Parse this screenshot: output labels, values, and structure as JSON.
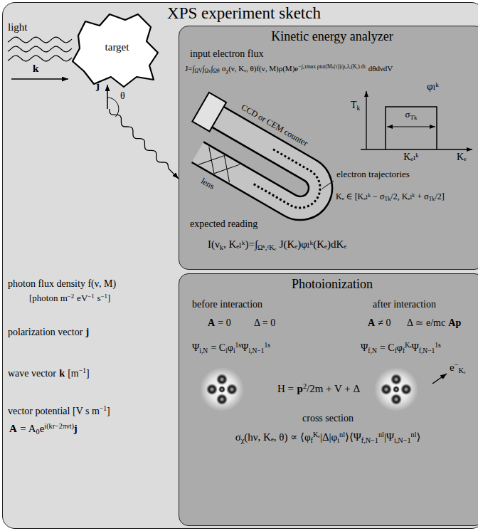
{
  "diagram": {
    "nodes": [
      {
        "text": [
          "XPS experiment sketch"
        ]
      },
      {
        "text": [
          "target"
        ],
        "in": 0
      },
      {
        "text": [
          "Kinetic energy analyzer"
        ],
        "in": 0
      },
      {
        "text": [
          "Photoionization"
        ],
        "in": 0
      }
    ],
    "edges": [
      {
        "from": 1,
        "to": 2,
        "arrow": "to"
      }
    ],
    "labels": [
      "light",
      "k",
      "j",
      "θ",
      "photon flux density f(ν, M)",
      "[photon m",
      "−2",
      "eV",
      "−1",
      "s",
      "−1",
      "]",
      "polarization vector",
      "j",
      "wave vector",
      "k",
      "[m",
      "−1",
      "]",
      "vector potential [V s m",
      "−1",
      "]",
      "A",
      "= A",
      "0",
      "e",
      "i(kr−2πνt)",
      "j",
      "input electron flux",
      "J=∫",
      "ΩV",
      "∫",
      "Ων",
      "∫",
      "Ωθ",
      "σ",
      "χ",
      "(ν, Kₑ, θ)f(ν, M)ρ(M)e",
      "−∫₀τmax ρtot(Mₛ(τ))/ρ₀λₑ(Kₑ) dτ",
      "dθdνdV",
      "CCD or CEM counter",
      "lens",
      "φₗᵏ",
      "T",
      "k",
      "σ",
      "Tk",
      "Kₑₗᵏ",
      "Kₑ",
      "electron trajectories",
      "Kₑ ∈ [Kₑₗᵏ − σ",
      "Tk",
      "/2, Kₑₗᵏ + σ",
      "Tk",
      "/2]",
      "expected reading",
      "I(ν",
      "k",
      ", Kₑₗᵏ)=∫",
      "Ωᵏ,ᵡKₑ",
      "J(Kₑ)φₗᵏ(Kₑ)dKₑ",
      "before interaction",
      "after interaction",
      "A",
      "= 0",
      "Δ = 0",
      "A",
      "≠ 0",
      "Δ ≃ e/mc",
      "A",
      "p",
      "Ψ",
      "i,N",
      "= C",
      "i",
      "φ",
      "i",
      "1s",
      "Ψ",
      "i,N−1",
      "1s",
      "Ψ",
      "f,N",
      "= C",
      "f",
      "φ",
      "f",
      "Kₑ",
      "Ψ",
      "f,N−1",
      "1s",
      "H =",
      "p",
      "2",
      "/2m + V + Δ",
      "e",
      "−",
      "Kₑ",
      "cross section",
      "σ",
      "χ",
      "(hν, Kₑ, θ) ∝ ⟨φ",
      "f",
      "Kₑ",
      "|Δ|φ",
      "i",
      "nl",
      "⟩⟨Ψ",
      "f,N−1",
      "nl",
      "|Ψ",
      "i,N−1",
      "nl",
      "⟩"
    ]
  }
}
